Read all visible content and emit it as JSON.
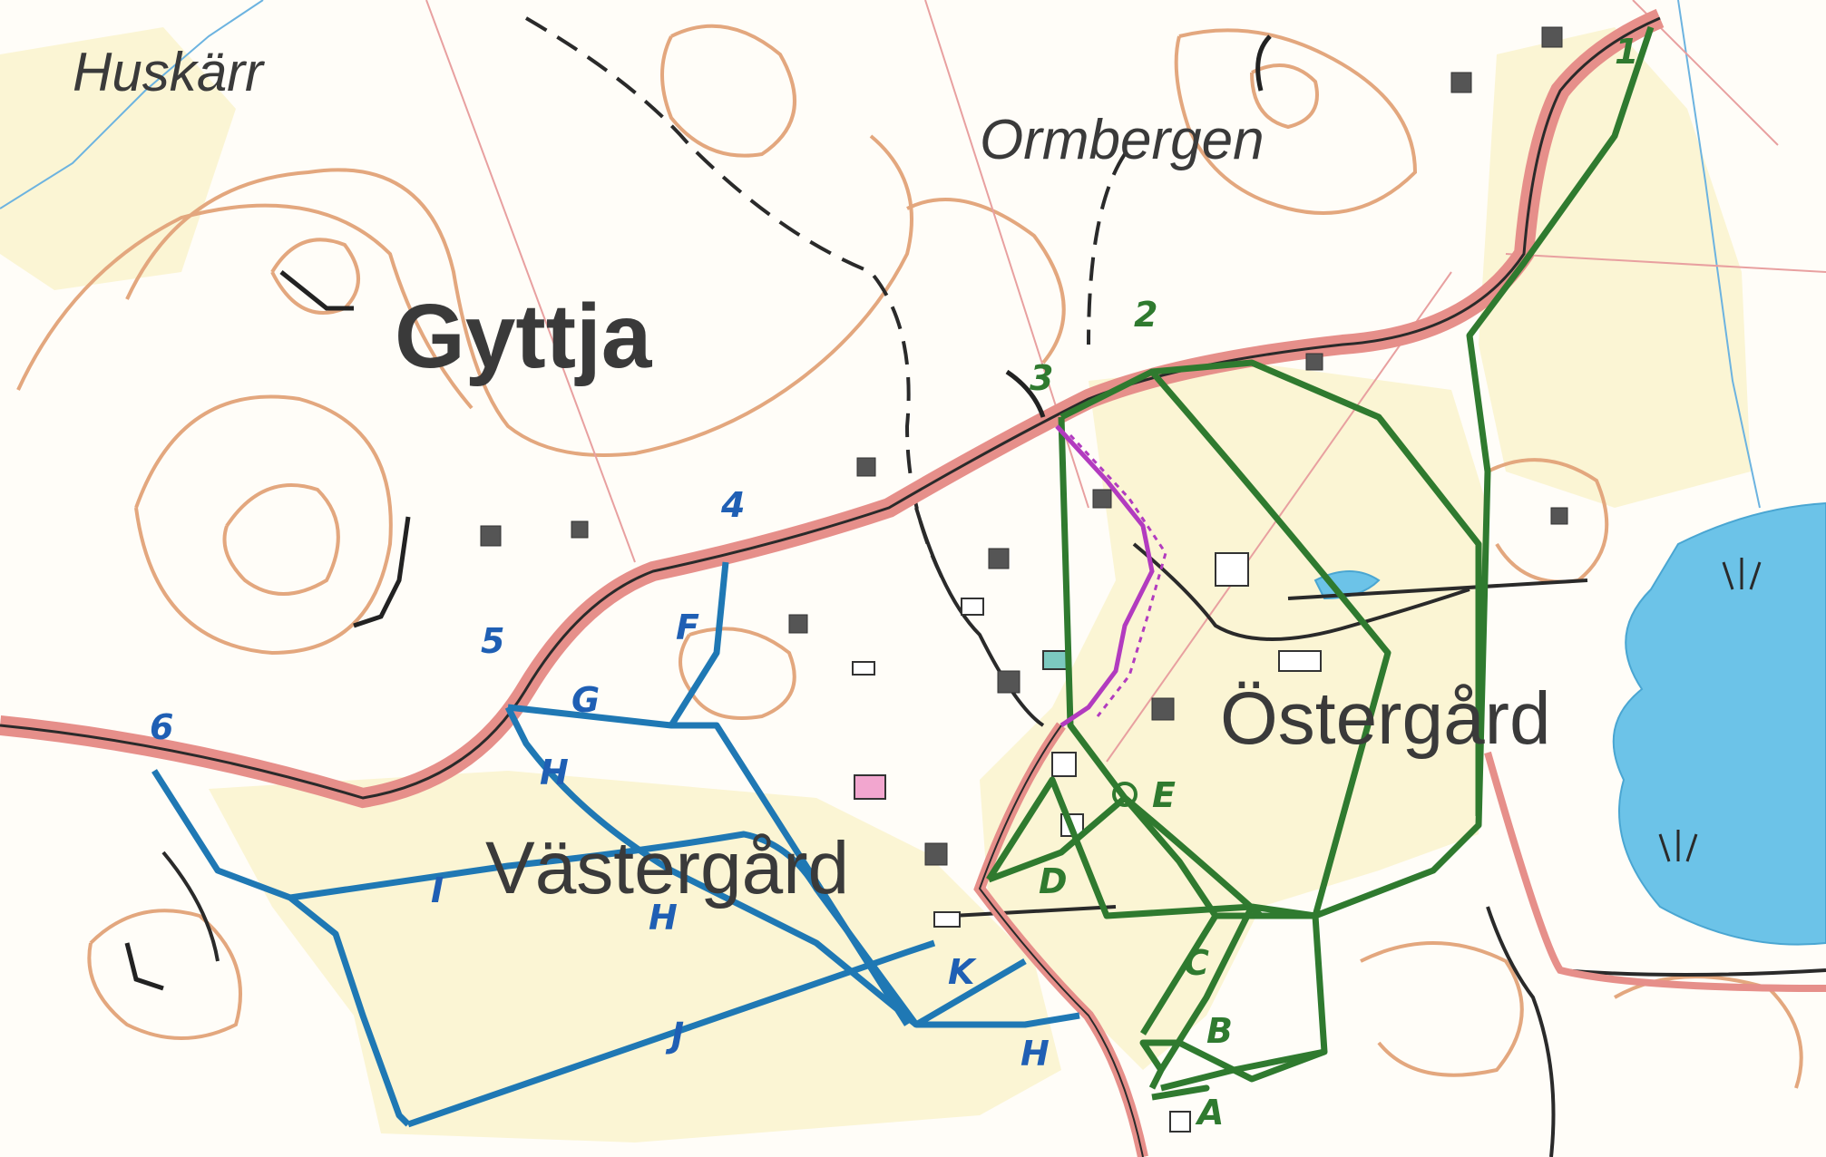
{
  "place_names": {
    "huskarr": "Huskärr",
    "ormbergen": "Ormbergen",
    "gyttja": "Gyttja",
    "ostergard": "Östergård",
    "vastergard": "Västergård"
  },
  "green_labels": {
    "n1": "1",
    "n2": "2",
    "n3": "3",
    "A": "A",
    "B": "B",
    "C": "C",
    "D": "D",
    "E": "E"
  },
  "blue_labels": {
    "n4": "4",
    "n5": "5",
    "n6": "6",
    "F": "F",
    "G": "G",
    "H1": "H",
    "H2": "H",
    "H3": "H",
    "I": "I",
    "J": "J",
    "K": "K"
  },
  "colors": {
    "background": "#ffffff",
    "field_yellow": "#fbf5d4",
    "contour_brown": "#e3a77e",
    "road_pink": "#e68f8a",
    "lake_blue": "#6cc3e8",
    "green_route": "#2f7a2f",
    "blue_route": "#1f78b4",
    "purple_route": "#b23bbf",
    "building_gray": "#555555"
  }
}
